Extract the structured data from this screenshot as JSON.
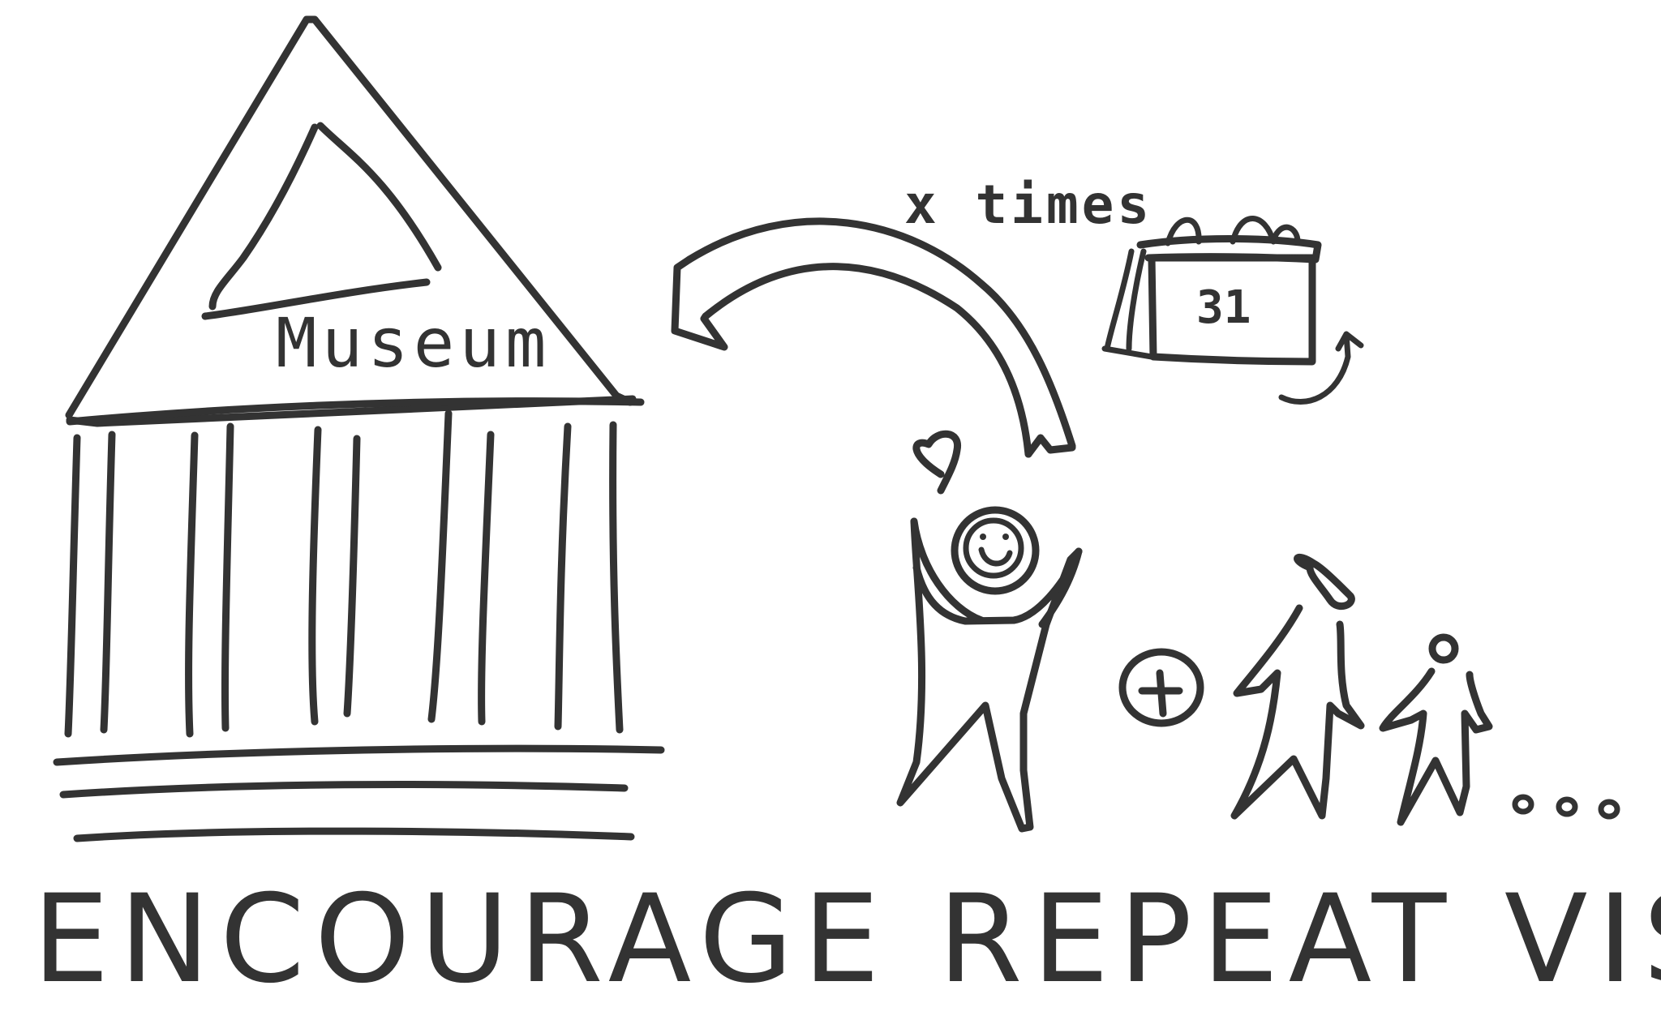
{
  "museum_label": "Museum",
  "repeat_label": "x times",
  "calendar_date": "31",
  "caption": "ENCOURAGE REPEAT VISITS."
}
